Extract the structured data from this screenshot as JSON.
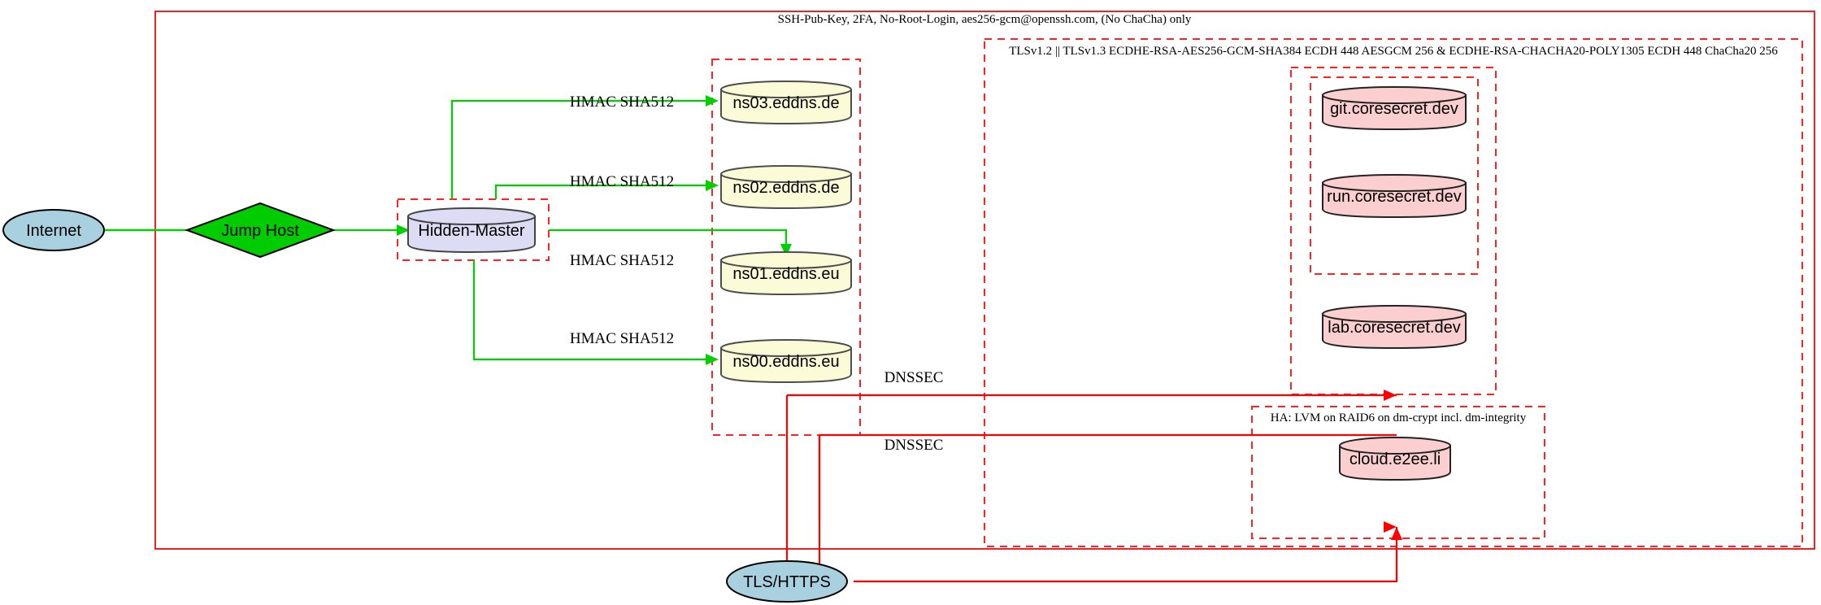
{
  "diagram": {
    "title": "SSH-Pub-Key, 2FA, No-Root-Login, aes256-gcm@openssh.com, (No ChaCha) only",
    "tls_cluster_label": "TLSv1.2 || TLSv1.3 ECDHE-RSA-AES256-GCM-SHA384 ECDH 448 AESGCM 256 & ECDHE-RSA-CHACHA20-POLY1305 ECDH 448 ChaCha20 256",
    "ha_cluster_label": "HA: LVM on RAID6 on dm-crypt incl. dm-integrity"
  },
  "nodes": {
    "internet": "Internet",
    "jump_host": "Jump Host",
    "hidden_master": "Hidden-Master",
    "tls_https": "TLS/HTTPS",
    "ns03": "ns03.eddns.de",
    "ns02": "ns02.eddns.de",
    "ns01": "ns01.eddns.eu",
    "ns00": "ns00.eddns.eu",
    "git": "git.coresecret.dev",
    "run": "run.coresecret.dev",
    "lab": "lab.coresecret.dev",
    "cloud": "cloud.e2ee.li"
  },
  "edge_labels": {
    "hmac_ns03": "HMAC SHA512",
    "hmac_ns02": "HMAC SHA512",
    "hmac_ns01": "HMAC SHA512",
    "hmac_ns00": "HMAC SHA512",
    "dnssec_upper": "DNSSEC",
    "dnssec_lower": "DNSSEC"
  },
  "colors": {
    "cluster_border": "#ff2222",
    "edge_green": "#00d000",
    "edge_red": "#ff0000",
    "dns_fill": "#fbfbd8",
    "service_fill": "#fbcfcf",
    "master_fill": "#dcdcf5",
    "net_fill": "#a8d0de",
    "jump_fill": "#00cc00"
  }
}
